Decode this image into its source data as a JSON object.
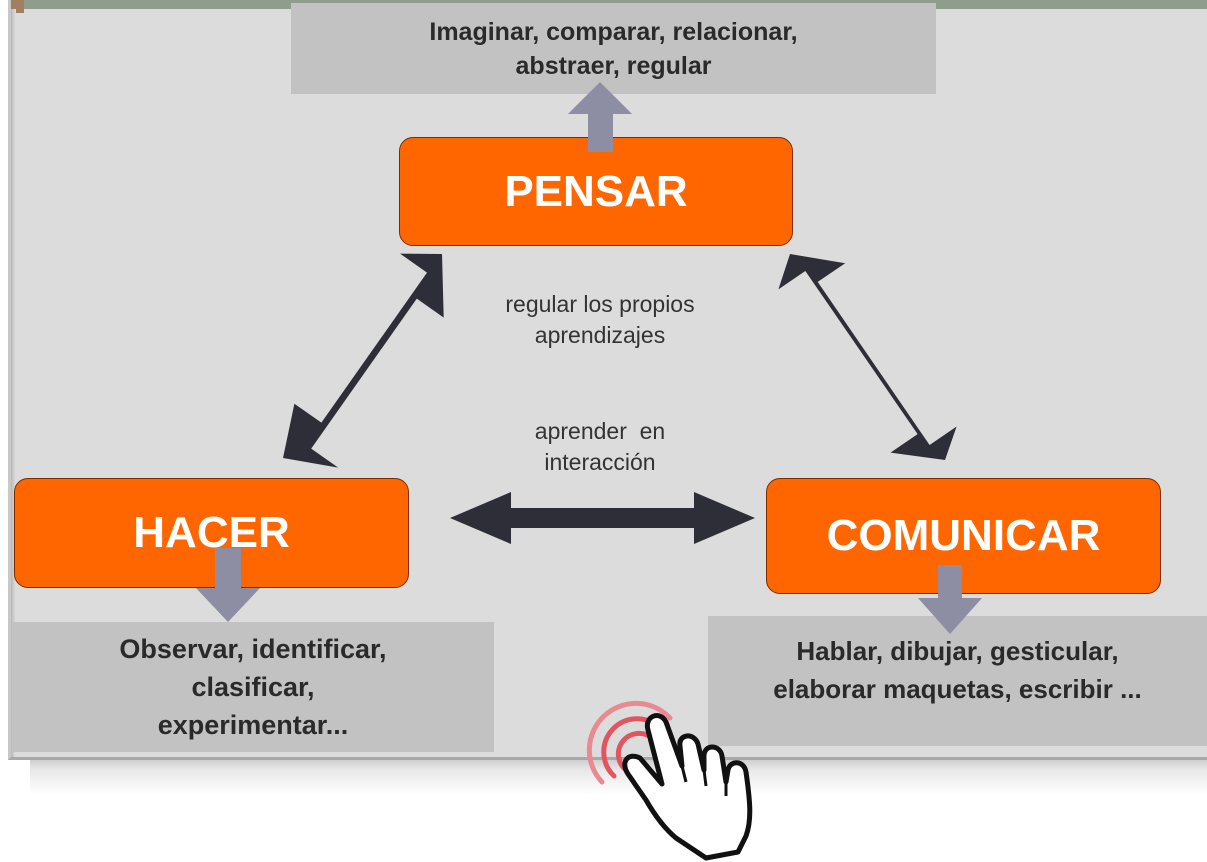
{
  "diagram": {
    "nodes": {
      "pensar": {
        "label": "PENSAR"
      },
      "hacer": {
        "label": "HACER"
      },
      "comunicar": {
        "label": "COMUNICAR"
      }
    },
    "descriptions": {
      "pensar": {
        "line1": "Imaginar, comparar, relacionar,",
        "line2": "abstraer, regular"
      },
      "hacer": {
        "line1": "Observar, identificar,",
        "line2": "clasificar,",
        "line3": "experimentar..."
      },
      "comunicar": {
        "line1": "Hablar, dibujar, gesticular,",
        "line2": "elaborar maquetas, escribir ..."
      }
    },
    "center_labels": {
      "upper": {
        "line1": "regular los propios",
        "line2": "aprendizajes"
      },
      "lower": {
        "line1": "aprender  en",
        "line2": "interacción"
      }
    },
    "edges": [
      {
        "from": "pensar",
        "to": "hacer",
        "type": "bidirectional"
      },
      {
        "from": "pensar",
        "to": "comunicar",
        "type": "bidirectional"
      },
      {
        "from": "hacer",
        "to": "comunicar",
        "type": "bidirectional"
      }
    ]
  },
  "colors": {
    "slide_background": "#dcdcdc",
    "node_fill": "#ff6600",
    "description_fill": "#c2c2c2",
    "double_arrow": "#2e2e38",
    "down_arrow": "#8d8da4",
    "pointer_waves": "#e05560"
  },
  "cursor": {
    "icon": "hand-pointer-icon"
  }
}
